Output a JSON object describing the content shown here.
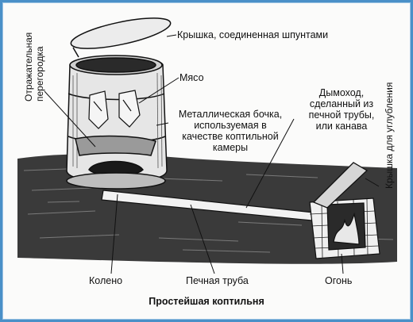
{
  "labels": {
    "lid": "Крышка, соединенная шпунтами",
    "meat": "Мясо",
    "barrel_line1": "Металлическая бочка,",
    "barrel_line2": "используемая в",
    "barrel_line3": "качестве коптильной",
    "barrel_line4": "камеры",
    "chimney_line1": "Дымоход,",
    "chimney_line2": "сделанный из",
    "chimney_line3": "печной трубы,",
    "chimney_line4": "или канава",
    "baffle_line1": "Отражательная",
    "baffle_line2": "перегородка",
    "pit_lid": "Крышка для углубления",
    "elbow": "Колено",
    "stove_pipe": "Печная труба",
    "fire": "Огонь"
  },
  "caption": "Простейшая коптильня",
  "colors": {
    "frame": "#4a90c8",
    "ink": "#111111",
    "ground": "#3a3a3a"
  }
}
